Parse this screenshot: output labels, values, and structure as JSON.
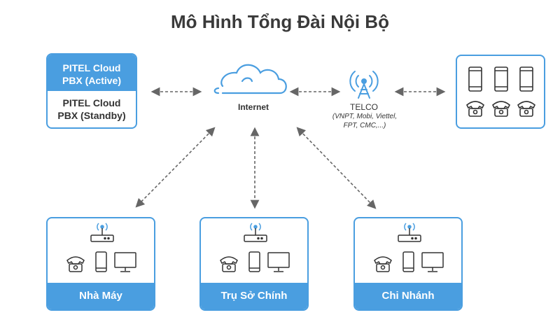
{
  "title": "Mô Hình Tổng Đài Nội Bộ",
  "pbx": {
    "active": "PITEL Cloud PBX (Active)",
    "standby": "PITEL Cloud PBX (Standby)"
  },
  "internet": {
    "label": "Internet",
    "icon": "cloud-icon"
  },
  "telco": {
    "label": "TELCO",
    "providers": "(VNPT, Mobi, Viettel, FPT, CMC,...)",
    "icon": "antenna-tower-icon"
  },
  "devices_box": {
    "icons": [
      "smartphone-icon",
      "desk-phone-icon"
    ]
  },
  "sites": [
    {
      "label": "Nhà Máy"
    },
    {
      "label": "Trụ Sở Chính"
    },
    {
      "label": "Chi Nhánh"
    }
  ],
  "colors": {
    "accent": "#4a9ee0",
    "connector": "#666666",
    "icon_stroke": "#333333"
  }
}
